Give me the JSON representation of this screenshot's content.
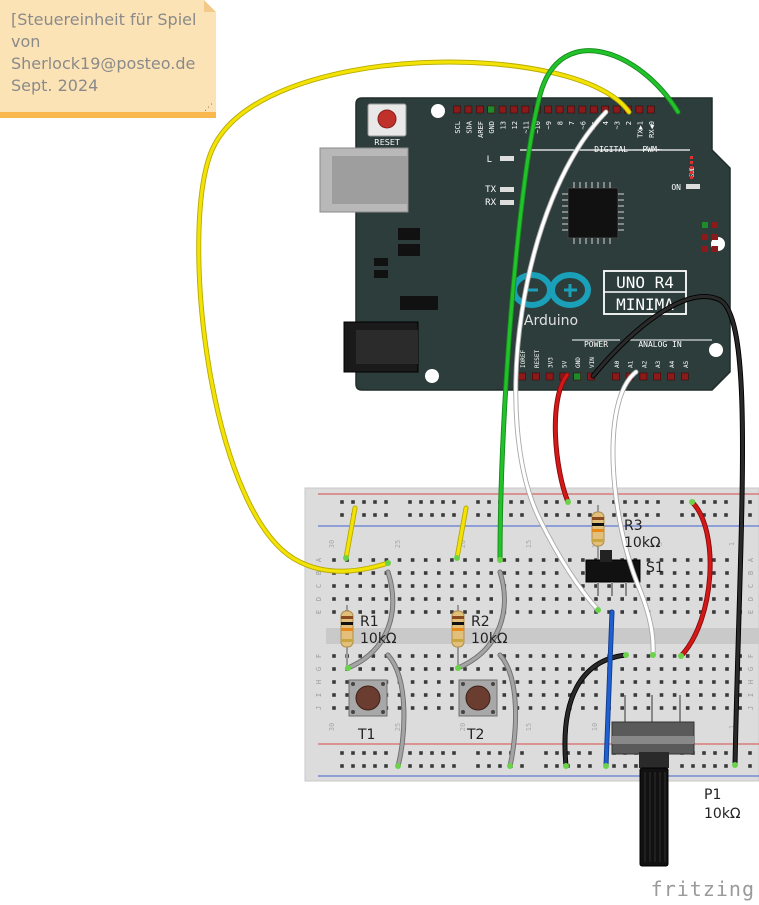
{
  "note": {
    "text": "[Steuereinheit für Spiel\nvon\nSherlock19@posteo.de\nSept. 2024"
  },
  "board": {
    "reset_label": "RESET",
    "digital_pins": [
      "SCL",
      "SDA",
      "AREF",
      "GND",
      "13",
      "12",
      "~11",
      "~10",
      "~9",
      "8",
      "7",
      "~6",
      "~5",
      "4",
      "~3",
      "2",
      "TX▶1",
      "RX◀0"
    ],
    "digital_label": "DIGITAL - PWM~",
    "power_label": "POWER",
    "analog_label": "ANALOG IN",
    "power_pins": [
      "IOREF",
      "RESET",
      "3V3",
      "5V",
      "GND",
      "VIN"
    ],
    "analog_pins": [
      "A0",
      "A1",
      "A2",
      "A3",
      "A4",
      "A5"
    ],
    "logo_text": "Arduino",
    "model_top": "UNO R4",
    "model_bottom": "MINIMA",
    "led_labels": [
      "L",
      "TX",
      "RX",
      "ON"
    ],
    "swd_label": "SWD"
  },
  "breadboard": {
    "row_letters": [
      "A",
      "B",
      "C",
      "D",
      "E",
      "F",
      "G",
      "H",
      "I",
      "J"
    ],
    "column_marks": [
      "30",
      "25",
      "20",
      "15",
      "10",
      "5",
      "1"
    ]
  },
  "components": {
    "r1": {
      "name": "R1",
      "value": "10kΩ"
    },
    "r2": {
      "name": "R2",
      "value": "10kΩ"
    },
    "r3": {
      "name": "R3",
      "value": "10kΩ"
    },
    "s1": {
      "name": "S1"
    },
    "t1": {
      "name": "T1"
    },
    "t2": {
      "name": "T2"
    },
    "p1": {
      "name": "P1",
      "value": "10kΩ"
    }
  },
  "colors": {
    "yellow_wire": "#f2e205",
    "green_wire": "#22b32a",
    "white_wire": "#ffffff",
    "red_wire": "#cc1111",
    "black_wire": "#222222",
    "blue_wire": "#1f5fd0",
    "grey_wire": "#9a9a9a",
    "board_pcb": "#2c3d3b",
    "breadboard": "#dcdcdc",
    "note_bg": "#fbe3b6",
    "note_bar": "#f8b84e"
  },
  "brand": "fritzing"
}
